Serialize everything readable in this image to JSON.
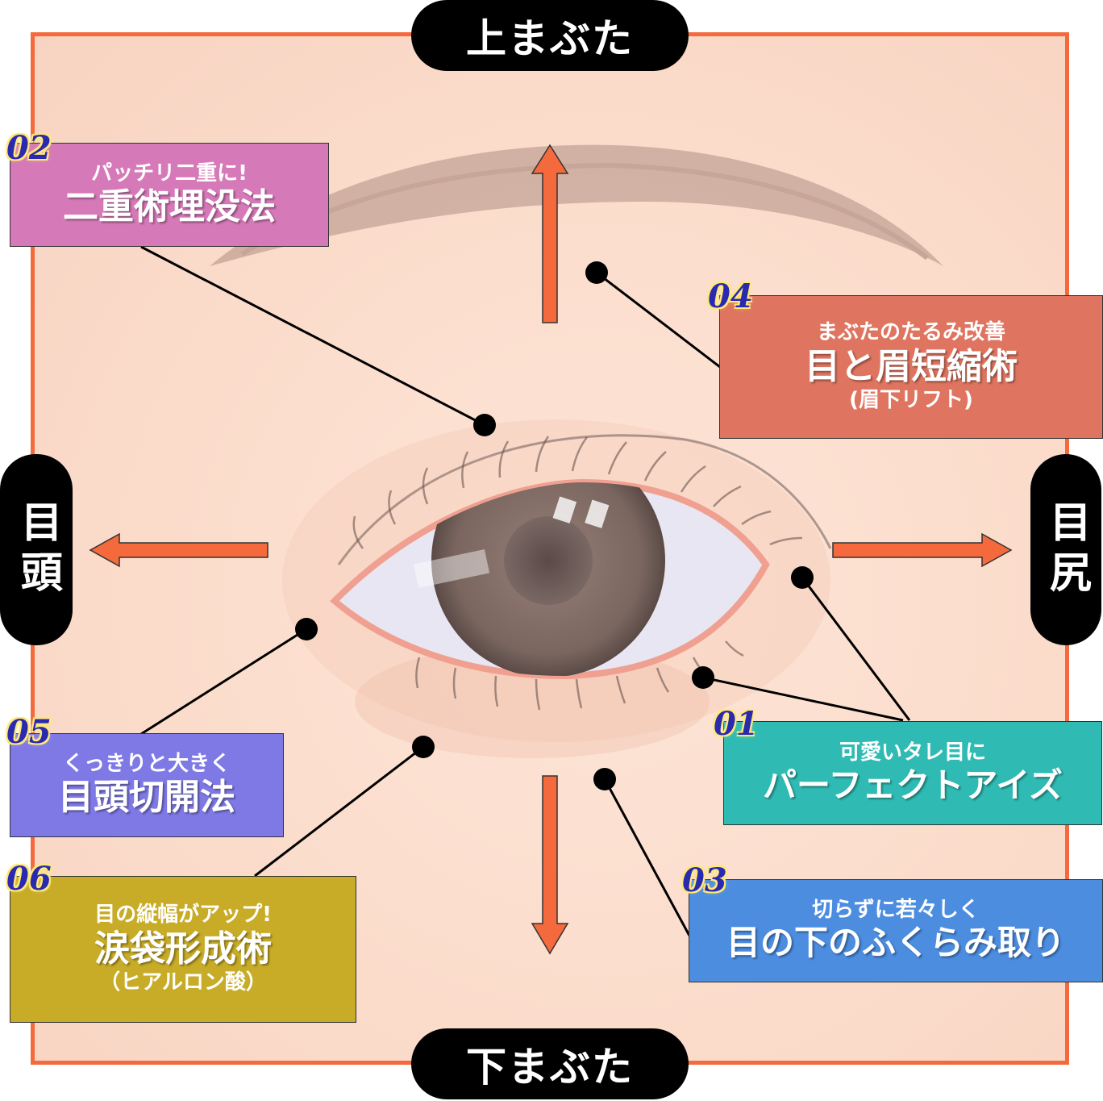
{
  "labels": {
    "top": "上まぶた",
    "bottom": "下まぶた",
    "left": "目頭",
    "right": "目尻"
  },
  "procedures": [
    {
      "num": "02",
      "sub": "パッチリ二重に!",
      "main": "二重術埋没法",
      "paren": "",
      "color": "#d679b8"
    },
    {
      "num": "04",
      "sub": "まぶたのたるみ改善",
      "main": "目と眉短縮術",
      "paren": "(眉下リフト)",
      "color": "#df7560"
    },
    {
      "num": "01",
      "sub": "可愛いタレ目に",
      "main": "パーフェクトアイズ",
      "paren": "",
      "color": "#2fbbb4"
    },
    {
      "num": "03",
      "sub": "切らずに若々しく",
      "main": "目の下のふくらみ取り",
      "paren": "",
      "color": "#4c8de0"
    },
    {
      "num": "05",
      "sub": "くっきりと大きく",
      "main": "目頭切開法",
      "paren": "",
      "color": "#7f79e6"
    },
    {
      "num": "06",
      "sub": "目の縦幅がアップ!",
      "main": "涙袋形成術",
      "paren": "（ヒアルロン酸）",
      "color": "#c8ac28"
    }
  ],
  "colors": {
    "frame": "#f46a3c",
    "arrow": "#f46a3c",
    "iris": "#7a6660"
  }
}
